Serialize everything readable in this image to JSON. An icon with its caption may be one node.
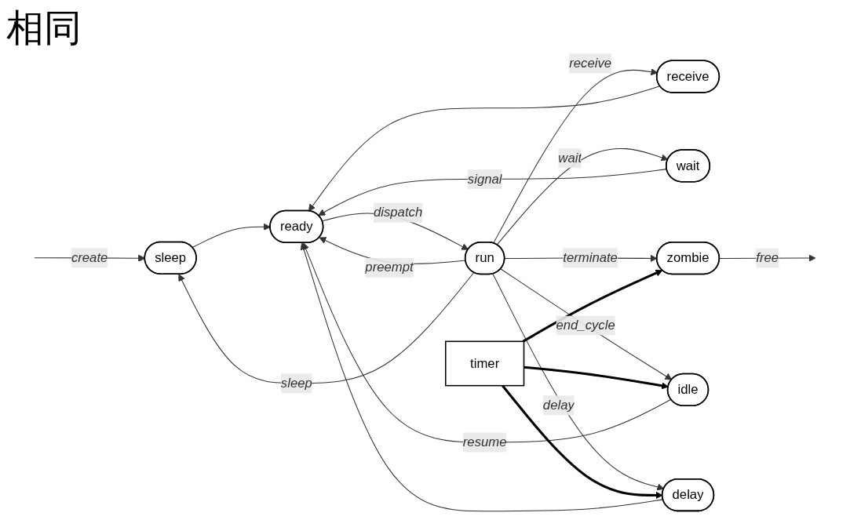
{
  "diagram": {
    "nodes": [
      {
        "text": [
          "sleep"
        ]
      },
      {
        "text": [
          "receive"
        ]
      },
      {
        "text": [
          "wait"
        ]
      },
      {
        "text": [
          "ready"
        ]
      },
      {
        "text": [
          "run"
        ]
      },
      {
        "text": [
          "zombie"
        ]
      },
      {
        "text": [
          "idle"
        ]
      },
      {
        "text": [
          "delay"
        ]
      },
      {
        "text": [
          "timer"
        ]
      }
    ],
    "edges": [
      {
        "from": null,
        "to": 0,
        "arrow": "to",
        "label": "create"
      },
      {
        "from": 0,
        "to": 3,
        "arrow": "to"
      },
      {
        "from": 1,
        "to": 3,
        "arrow": "to"
      },
      {
        "from": 2,
        "to": 3,
        "arrow": "to",
        "label": "signal"
      },
      {
        "from": 3,
        "to": 4,
        "arrow": "to",
        "label": "dispatch"
      },
      {
        "from": 4,
        "to": 3,
        "arrow": "to",
        "label": "preempt"
      },
      {
        "from": 6,
        "to": 3,
        "arrow": "to",
        "label": "resume"
      },
      {
        "from": 7,
        "to": 3,
        "arrow": "to"
      },
      {
        "from": 4,
        "to": 0,
        "arrow": "to",
        "label": "sleep"
      },
      {
        "from": 4,
        "to": 1,
        "arrow": "to",
        "label": "receive"
      },
      {
        "from": 4,
        "to": 2,
        "arrow": "to",
        "label": "wait"
      },
      {
        "from": 4,
        "to": 5,
        "arrow": "to",
        "label": "terminate"
      },
      {
        "from": 4,
        "to": 6,
        "arrow": "to",
        "label": "end_cycle"
      },
      {
        "from": 4,
        "to": 7,
        "arrow": "to",
        "label": "delay"
      },
      {
        "from": 5,
        "to": null,
        "arrow": "to",
        "label": "free"
      },
      {
        "from": 8,
        "to": 6,
        "arrow": "to",
        "style": "thick"
      },
      {
        "from": 8,
        "to": 7,
        "arrow": "to",
        "style": "thick"
      },
      {
        "from": 8,
        "to": 5,
        "arrow": "to",
        "style": "thick"
      }
    ],
    "labels": [
      "相同"
    ]
  }
}
